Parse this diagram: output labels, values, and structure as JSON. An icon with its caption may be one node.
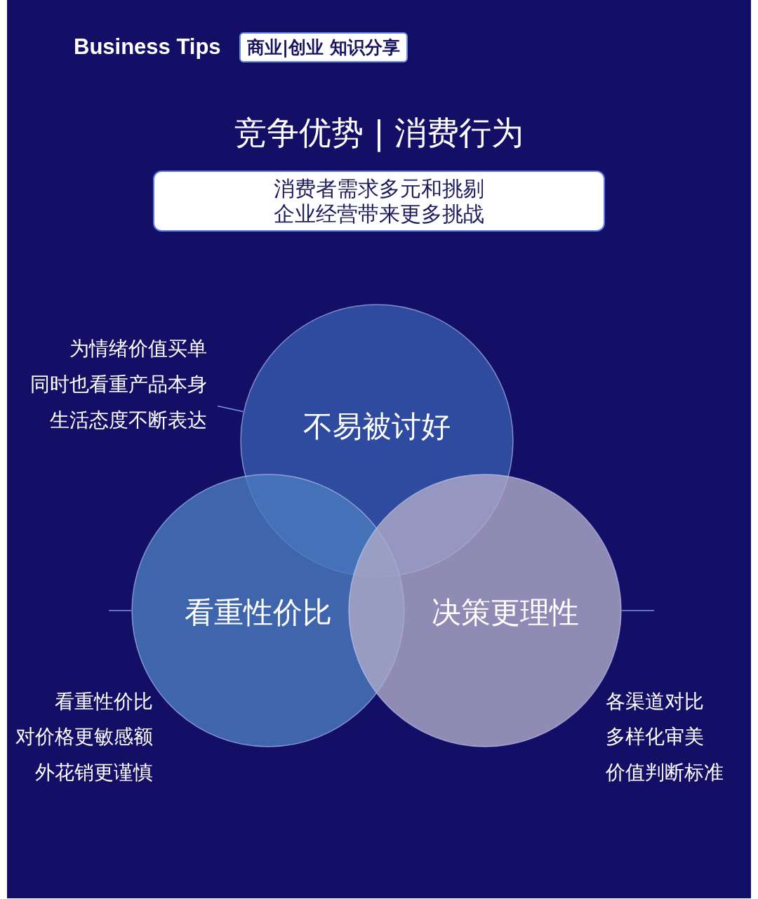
{
  "diagram": {
    "title": "竞争优势 | 消费行为",
    "nodes": [
      {
        "text": [
          "商业|创业 知识分享"
        ]
      },
      {
        "text": [
          "消费者需求多元和挑剔",
          "企业经营带来更多挑战"
        ]
      },
      {
        "text": [
          "不易被讨好"
        ]
      },
      {
        "text": [
          "看重性价比"
        ]
      },
      {
        "text": [
          "决策更理性"
        ]
      },
      {
        "text": [
          "为情绪价值买单",
          "同时也看重产品本身",
          "生活态度不断表达"
        ]
      }
    ],
    "edges": [
      {
        "from": 5,
        "to": 2,
        "arrow": "none"
      },
      {
        "from": null,
        "to": 3,
        "arrow": "none"
      },
      {
        "from": null,
        "to": 4,
        "arrow": "none"
      }
    ],
    "labels": [
      "Business Tips",
      "看重性价比",
      "对价格更敏感额",
      "外花销更谨慎",
      "各渠道对比",
      "多样化审美",
      "价值判断标准"
    ]
  }
}
